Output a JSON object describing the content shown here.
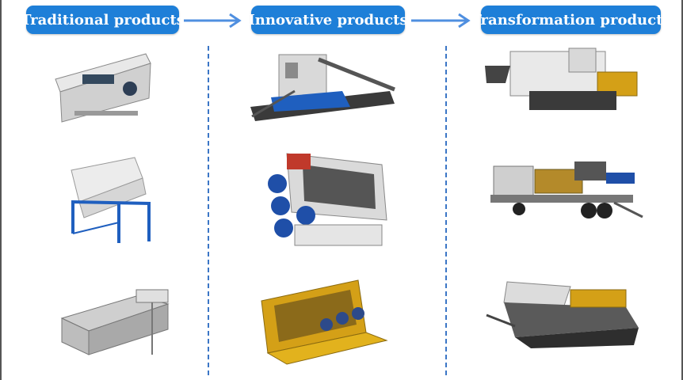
{
  "columns": [
    {
      "title": "Traditional products"
    },
    {
      "title": "Innovative products"
    },
    {
      "title": "Transformation products"
    }
  ],
  "colors": {
    "header_bg": "#1e7fd8",
    "header_text": "#ffffff",
    "arrow": "#4f8fe0",
    "divider": "#3b76c6"
  },
  "icons": [
    "arrow-right-icon",
    "vibrating-screen-icon",
    "crushing-plant-icon",
    "mobile-crusher-icon"
  ]
}
